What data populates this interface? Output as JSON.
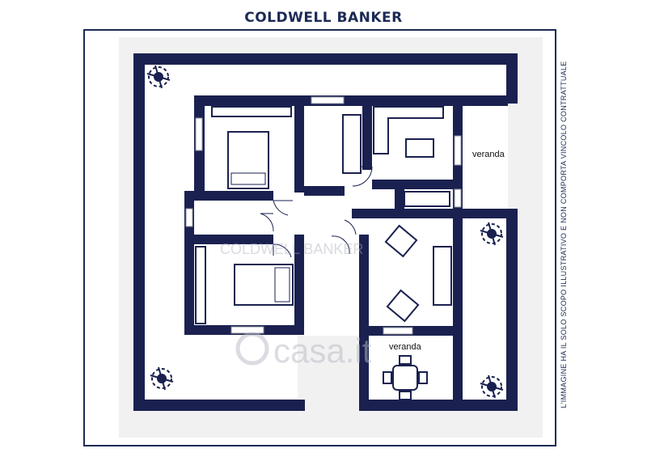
{
  "header": {
    "brand": "COLDWELL BANKER"
  },
  "disclaimer": "L'IMMAGINE HA IL SOLO SCOPO ILLUSTRATIVO E NON COMPORTA VINCOLO CONTRATTUALE",
  "floorplan": {
    "room_labels": {
      "veranda_east": "veranda",
      "veranda_south": "veranda"
    }
  },
  "watermarks": {
    "brand": "COLDWELL BANKER",
    "site": "casa.it"
  },
  "colors": {
    "wall": "#1a2150",
    "floor": "#ffffff",
    "background": "#f1f1f1",
    "brand": "#1c2a55"
  }
}
